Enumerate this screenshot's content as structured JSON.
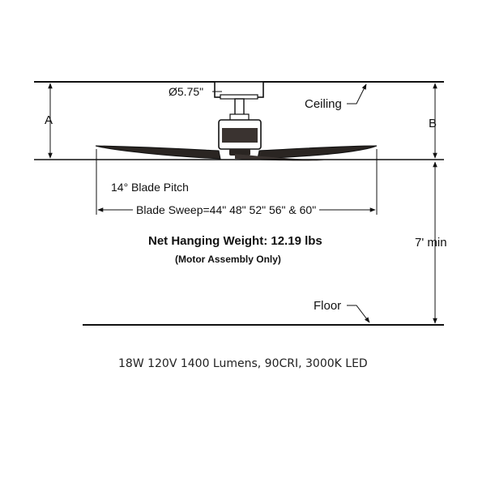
{
  "labels": {
    "canopy_diameter": "Ø5.75\"",
    "ceiling": "Ceiling",
    "dim_a": "A",
    "dim_b": "B",
    "blade_pitch": "14° Blade Pitch",
    "blade_sweep": "Blade Sweep=44\" 48\" 52\" 56\" & 60\"",
    "min_height": "7' min",
    "net_weight": "Net Hanging Weight: 12.19 lbs",
    "motor_only": "(Motor Assembly Only)",
    "floor": "Floor"
  },
  "specs": {
    "led": "18W 120V 1400 Lumens, 90CRI, 3000K LED"
  },
  "colors": {
    "line": "#111111",
    "blade": "#2a2522",
    "motor": "#3a3330"
  }
}
